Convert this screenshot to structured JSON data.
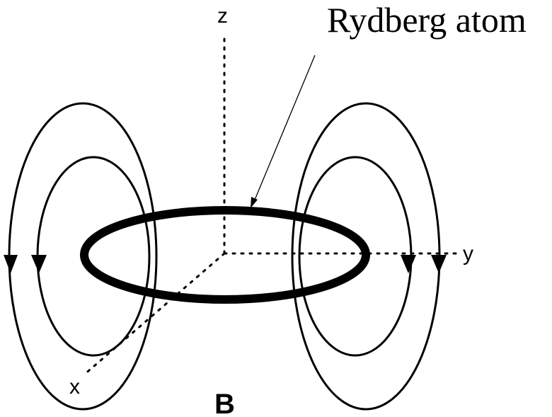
{
  "labels": {
    "atom": "Rydberg atom",
    "z_axis": "z",
    "y_axis": "y",
    "x_axis": "x",
    "field": "B"
  }
}
